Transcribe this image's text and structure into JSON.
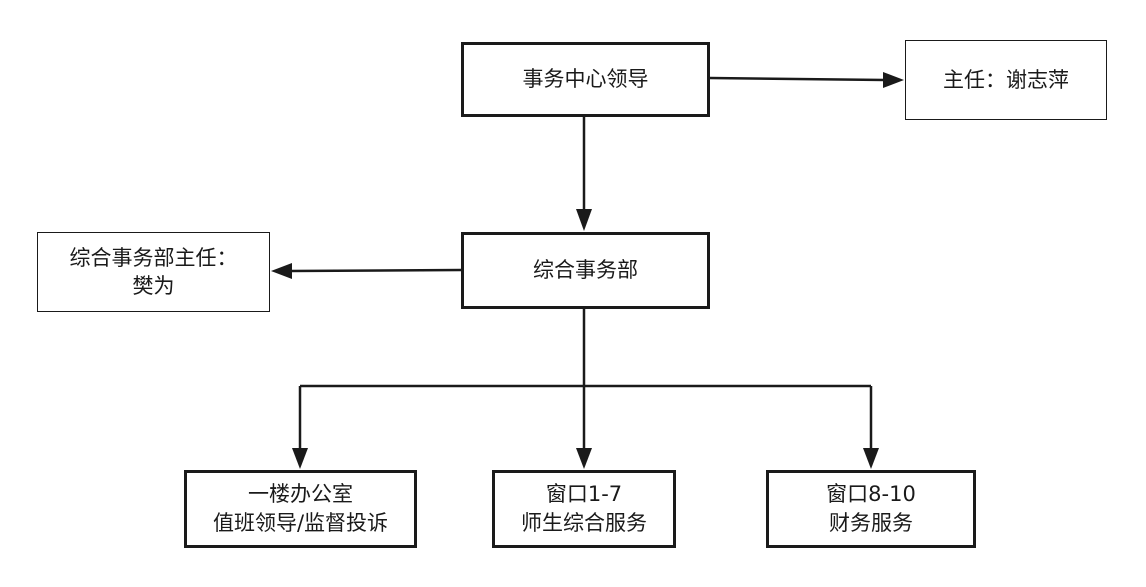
{
  "diagram": {
    "leader": {
      "label": "事务中心领导"
    },
    "director": {
      "label": "主任：谢志萍"
    },
    "general_dept": {
      "label": "综合事务部"
    },
    "dept_head": {
      "line1": "综合事务部主任：",
      "line2": "樊为"
    },
    "first_floor_office": {
      "line1": "一楼办公室",
      "line2": "值班领导/监督投诉"
    },
    "window_1_7": {
      "line1": "窗口1-7",
      "line2": "师生综合服务"
    },
    "window_8_10": {
      "line1": "窗口8-10",
      "line2": "财务服务"
    }
  },
  "colors": {
    "stroke": "#1a1a1a",
    "text": "#1a1a1a",
    "background": "#ffffff"
  }
}
